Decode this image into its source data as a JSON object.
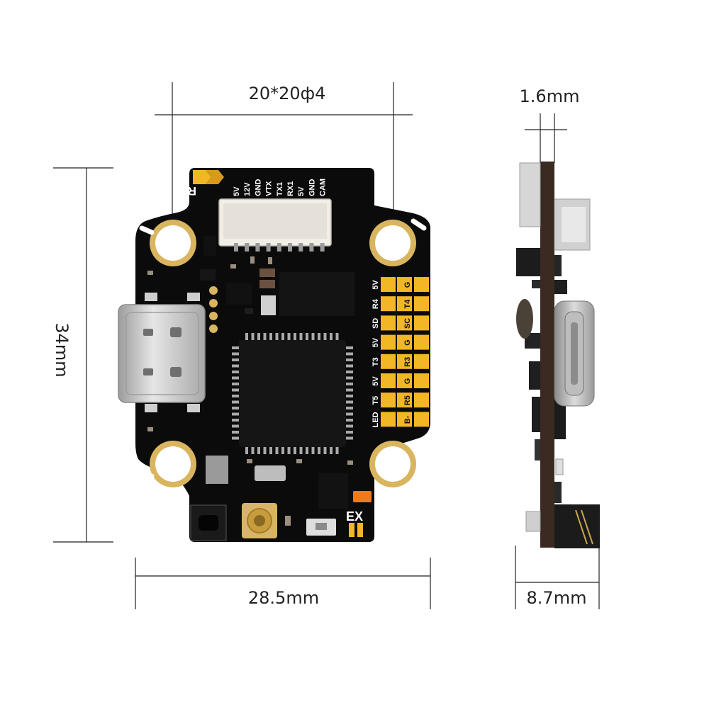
{
  "dimensions": {
    "mount_spacing": "20*20ф4",
    "height": "34mm",
    "width": "28.5mm",
    "board_thickness": "1.6mm",
    "total_thickness": "8.7mm"
  },
  "board": {
    "rx_label": "RX",
    "ex_label": "EX",
    "connector_pins": [
      "5V",
      "12V",
      "GND",
      "VTX",
      "TX1",
      "RX1",
      "5V",
      "GND",
      "CAM"
    ],
    "pad_labels_left": [
      "5V",
      "R4",
      "SD",
      "5V",
      "T3",
      "5V",
      "T5",
      "LED"
    ],
    "pad_labels_right": [
      "G",
      "T4",
      "SC",
      "G",
      "R3",
      "G",
      "R5",
      "B-"
    ]
  },
  "colors": {
    "pcb": "#0b0b0b",
    "gold": "#f2b724",
    "copper_ring": "#c9a64a",
    "usb_metal": "#c7c7c7",
    "side_pcb": "#3a2a22",
    "leader_line": "#222222"
  }
}
